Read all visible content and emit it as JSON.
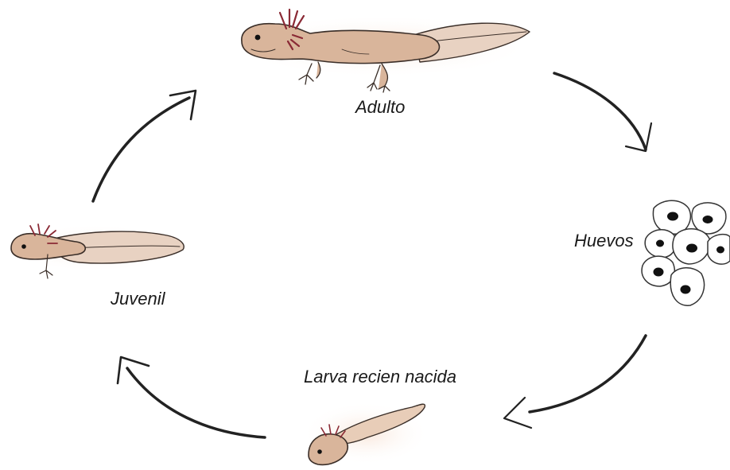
{
  "stages": {
    "adult": "Adulto",
    "eggs": "Huevos",
    "larva": "Larva recien nacida",
    "juvenile": "Juvenil"
  },
  "colors": {
    "body": "#d9b59b",
    "body_light": "#ecd6c5",
    "gills": "#8a2a35",
    "outline": "#3a2e28",
    "arrow": "#222222"
  }
}
